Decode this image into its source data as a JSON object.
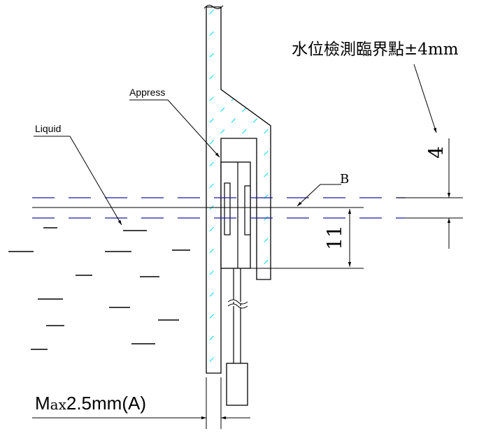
{
  "diagram": {
    "labels": {
      "appress": "Appress",
      "liquid": "Liquid",
      "b": "B",
      "threshold": "水位檢測臨界點±4mm",
      "dim_4": "4",
      "dim_11": "11",
      "max_prefix": "M",
      "max_ax": "ax",
      "max_value": "2.5mm(A)"
    },
    "colors": {
      "line": "#000000",
      "hatch": "#00d8e0",
      "level": "#1a1aa8"
    }
  }
}
